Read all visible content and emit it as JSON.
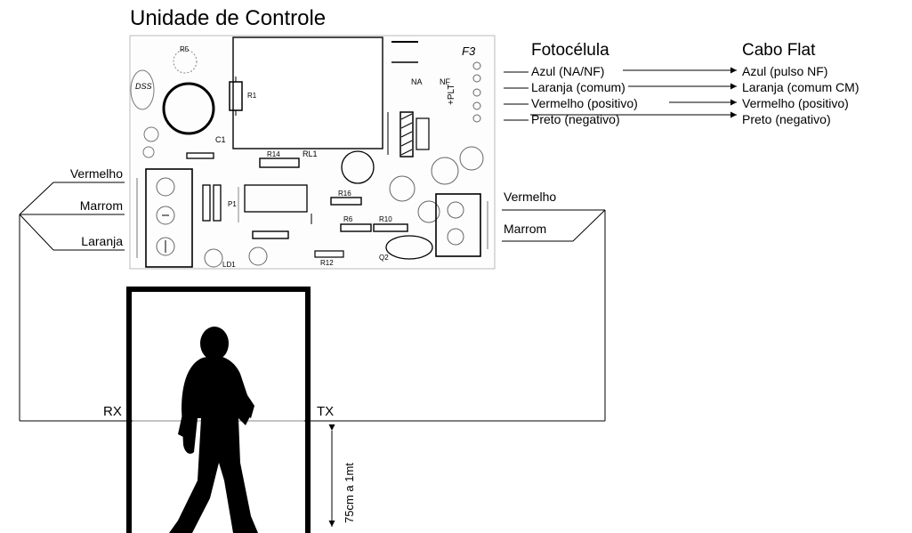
{
  "title": "Unidade de Controle",
  "fotocelula": {
    "heading": "Fotocélula",
    "wires": [
      "Azul (NA/NF)",
      "Laranja (comum)",
      "Vermelho (positivo)",
      "Preto (negativo)"
    ]
  },
  "cabo_flat": {
    "heading": "Cabo Flat",
    "wires": [
      "Azul (pulso NF)",
      "Laranja (comum CM)",
      "Vermelho (positivo)",
      "Preto (negativo)"
    ]
  },
  "rx": {
    "label": "RX",
    "wires": [
      "Vermelho",
      "Marrom",
      "Laranja"
    ]
  },
  "tx": {
    "label": "TX",
    "wires": [
      "Vermelho",
      "Marrom"
    ]
  },
  "height_label": "75cm a 1mt",
  "board": {
    "silkscreen": {
      "f3": "F3",
      "dss": "DSS",
      "c1": "C1",
      "r5": "R5",
      "r1": "R1",
      "rl1": "RL1",
      "r14": "R14",
      "r12": "R12",
      "r6": "R6",
      "r10": "R10",
      "r16": "R16",
      "q2": "Q2",
      "ld1": "LD1",
      "p1": "P1",
      "plt": "+PLT",
      "na": "NA",
      "nf": "NF"
    }
  }
}
